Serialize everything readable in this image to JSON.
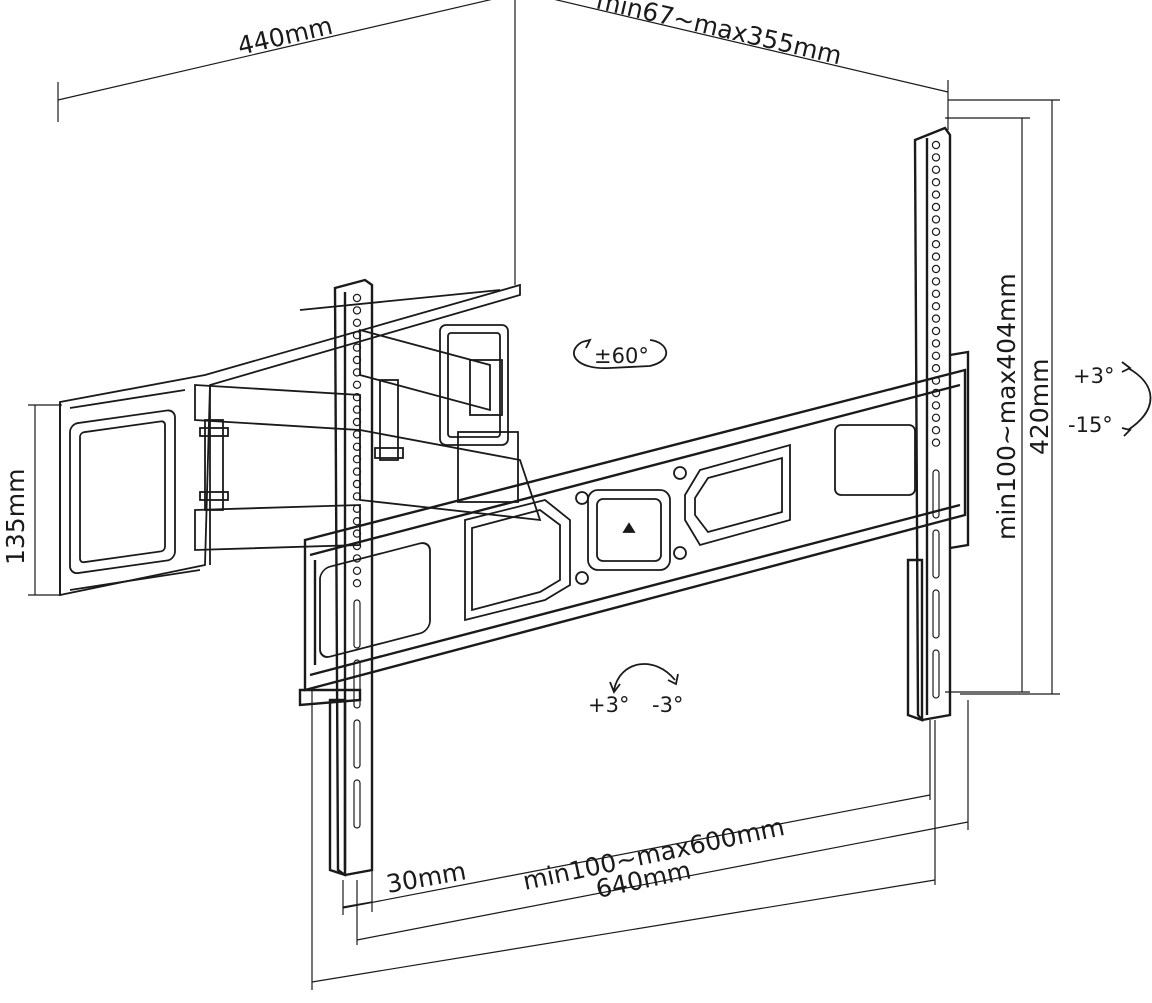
{
  "dimensions": {
    "wall_plate_width": "440mm",
    "extension": "min67~max355mm",
    "wall_plate_height": "135mm",
    "vertical_hole_spacing": "min100~max404mm",
    "bracket_height": "420mm",
    "horizontal_hole_spacing": "min100~max600mm",
    "bracket_width": "640mm",
    "arm_width": "30mm"
  },
  "angles": {
    "swivel": "±60°",
    "tilt_up": "+3°",
    "tilt_down": "-15°",
    "level_plus": "+3°",
    "level_minus": "-3°"
  },
  "colors": {
    "line": "#1a1a1a",
    "background": "#ffffff"
  }
}
